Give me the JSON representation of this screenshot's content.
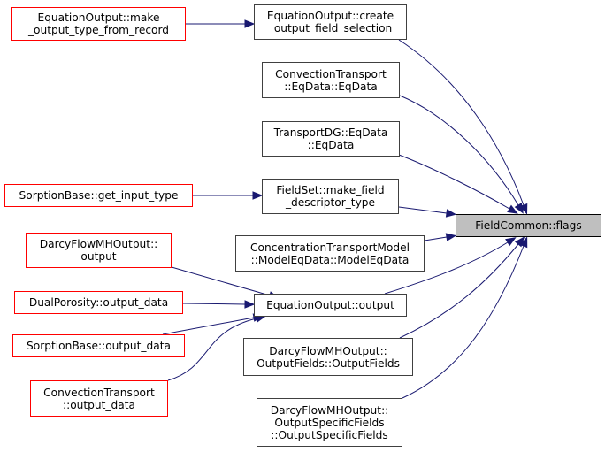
{
  "title": "FieldCommon::flags caller graph",
  "colors": {
    "edge": "#191970",
    "caller_border": "#404040",
    "truncated_border": "#ff0000",
    "focus_fill": "#bfbfbf"
  },
  "focus": {
    "id": "flags",
    "label": "FieldCommon::flags"
  },
  "nodes": [
    {
      "id": "make_output_type",
      "lines": [
        "EquationOutput::make",
        "_output_type_from_record"
      ],
      "truncated": true
    },
    {
      "id": "create_output_field_selection",
      "lines": [
        "EquationOutput::create",
        "_output_field_selection"
      ],
      "truncated": false
    },
    {
      "id": "ct_eqdata",
      "lines": [
        "ConvectionTransport",
        "::EqData::EqData"
      ],
      "truncated": false
    },
    {
      "id": "tdg_eqdata",
      "lines": [
        "TransportDG::EqData",
        "::EqData"
      ],
      "truncated": false
    },
    {
      "id": "sorption_get_input_type",
      "lines": [
        "SorptionBase::get_input_type"
      ],
      "truncated": true
    },
    {
      "id": "fieldset_make_field",
      "lines": [
        "FieldSet::make_field",
        "_descriptor_type"
      ],
      "truncated": false
    },
    {
      "id": "darcy_output",
      "lines": [
        "DarcyFlowMHOutput::",
        "output"
      ],
      "truncated": true
    },
    {
      "id": "ctm_modeleqdata",
      "lines": [
        "ConcentrationTransportModel",
        "::ModelEqData::ModelEqData"
      ],
      "truncated": false
    },
    {
      "id": "dual_porosity_output",
      "lines": [
        "DualPorosity::output_data"
      ],
      "truncated": true
    },
    {
      "id": "equation_output_output",
      "lines": [
        "EquationOutput::output"
      ],
      "truncated": false
    },
    {
      "id": "sorption_output_data",
      "lines": [
        "SorptionBase::output_data"
      ],
      "truncated": true
    },
    {
      "id": "darcy_outputfields",
      "lines": [
        "DarcyFlowMHOutput::",
        "OutputFields::OutputFields"
      ],
      "truncated": false
    },
    {
      "id": "ct_output_data",
      "lines": [
        "ConvectionTransport",
        "::output_data"
      ],
      "truncated": true
    },
    {
      "id": "darcy_outputspecific",
      "lines": [
        "DarcyFlowMHOutput::",
        "OutputSpecificFields",
        "::OutputSpecificFields"
      ],
      "truncated": false
    }
  ],
  "edges": [
    {
      "from": "make_output_type",
      "to": "create_output_field_selection"
    },
    {
      "from": "create_output_field_selection",
      "to": "flags"
    },
    {
      "from": "ct_eqdata",
      "to": "flags"
    },
    {
      "from": "tdg_eqdata",
      "to": "flags"
    },
    {
      "from": "sorption_get_input_type",
      "to": "fieldset_make_field"
    },
    {
      "from": "fieldset_make_field",
      "to": "flags"
    },
    {
      "from": "ctm_modeleqdata",
      "to": "flags"
    },
    {
      "from": "darcy_output",
      "to": "equation_output_output"
    },
    {
      "from": "dual_porosity_output",
      "to": "equation_output_output"
    },
    {
      "from": "sorption_output_data",
      "to": "equation_output_output"
    },
    {
      "from": "ct_output_data",
      "to": "equation_output_output"
    },
    {
      "from": "equation_output_output",
      "to": "flags"
    },
    {
      "from": "darcy_outputfields",
      "to": "flags"
    },
    {
      "from": "darcy_outputspecific",
      "to": "flags"
    }
  ]
}
